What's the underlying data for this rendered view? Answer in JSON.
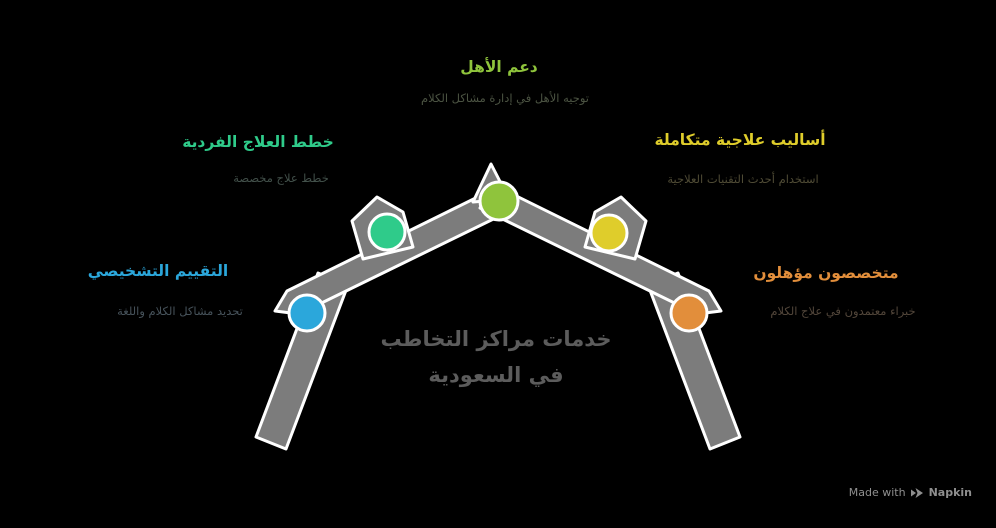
{
  "canvas": {
    "background": "#000000"
  },
  "title": {
    "line1": "خدمات مراكز التخاطب",
    "line2": "في السعودية",
    "color": "#5C5C5C"
  },
  "nodes": [
    {
      "id": "diagnostic-assessment",
      "heading": "التقييم التشخيصي",
      "subtitle": "تحديد مشاكل الكلام واللغة",
      "color": "#2BA7DB",
      "sub_color": "#46525A"
    },
    {
      "id": "individual-treatment-plans",
      "heading": "خطط العلاج الفردية",
      "subtitle": "خطط علاج مخصصة",
      "color": "#2FCB8A",
      "sub_color": "#42504A"
    },
    {
      "id": "family-support",
      "heading": "دعم الأهل",
      "subtitle": "توجيه الأهل في إدارة مشاكل الكلام",
      "color": "#8FC43C",
      "sub_color": "#4B5342"
    },
    {
      "id": "integrated-therapy-methods",
      "heading": "أساليب علاجية متكاملة",
      "subtitle": "استخدام أحدث التقنيات العلاجية",
      "color": "#DFCD2B",
      "sub_color": "#4F4B35"
    },
    {
      "id": "qualified-specialists",
      "heading": "متخصصون مؤهلون",
      "subtitle": "خبراء معتمدون في علاج الكلام",
      "color": "#E28E3B",
      "sub_color": "#52463A"
    }
  ],
  "structure": {
    "plank_color": "#7C7C7C",
    "outline_color": "#FFFFFF"
  },
  "watermark": {
    "prefix": "Made with",
    "brand": "Napkin",
    "color": "#8F8F8F"
  }
}
